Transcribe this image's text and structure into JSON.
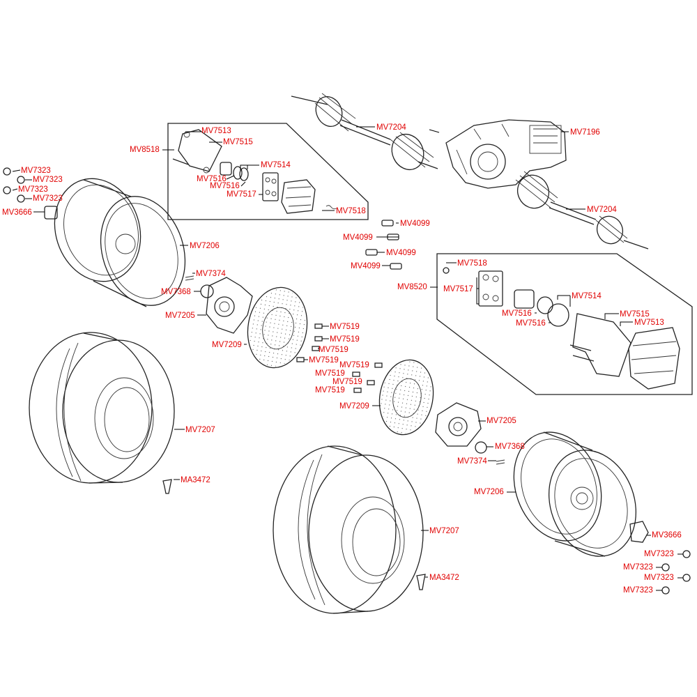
{
  "label_color": "#e00000",
  "labels": {
    "mv7323_a": "MV7323",
    "mv7323_b": "MV7323",
    "mv7323_c": "MV7323",
    "mv7323_d": "MV7323",
    "mv3666_l": "MV3666",
    "mv8518": "MV8518",
    "mv7513_l": "MV7513",
    "mv7515_l": "MV7515",
    "mv7514_l": "MV7514",
    "mv7516_l1": "MV7516",
    "mv7516_l2": "MV7516",
    "mv7517_l": "MV7517",
    "mv7518_l": "MV7518",
    "mv7204_t": "MV7204",
    "mv7196": "MV7196",
    "mv7204_b": "MV7204",
    "mv7206_l": "MV7206",
    "mv4099_a": "MV4099",
    "mv4099_b": "MV4099",
    "mv4099_c": "MV4099",
    "mv4099_d": "MV4099",
    "mv7374_l": "MV7374",
    "mv7368_l": "MV7368",
    "mv7205_l": "MV7205",
    "mv7209_l": "MV7209",
    "mv7519_a": "MV7519",
    "mv7519_b": "MV7519",
    "mv7519_c": "MV7519",
    "mv7519_d": "MV7519",
    "mv7519_e": "MV7519",
    "mv7519_f": "MV7519",
    "mv7519_g": "MV7519",
    "mv7519_h": "MV7519",
    "mv7207_l": "MV7207",
    "ma3472_l": "MA3472",
    "mv7518_r": "MV7518",
    "mv8520": "MV8520",
    "mv7517_r": "MV7517",
    "mv7514_r": "MV7514",
    "mv7516_r1": "MV7516",
    "mv7516_r2": "MV7516",
    "mv7515_r": "MV7515",
    "mv7513_r": "MV7513",
    "mv7209_r": "MV7209",
    "mv7205_r": "MV7205",
    "mv7368_r": "MV7368",
    "mv7374_r": "MV7374",
    "mv7206_r": "MV7206",
    "mv7207_r": "MV7207",
    "ma3472_r": "MA3472",
    "mv3666_r": "MV3666",
    "mv7323_e": "MV7323",
    "mv7323_f": "MV7323",
    "mv7323_g": "MV7323",
    "mv7323_h": "MV7323"
  }
}
